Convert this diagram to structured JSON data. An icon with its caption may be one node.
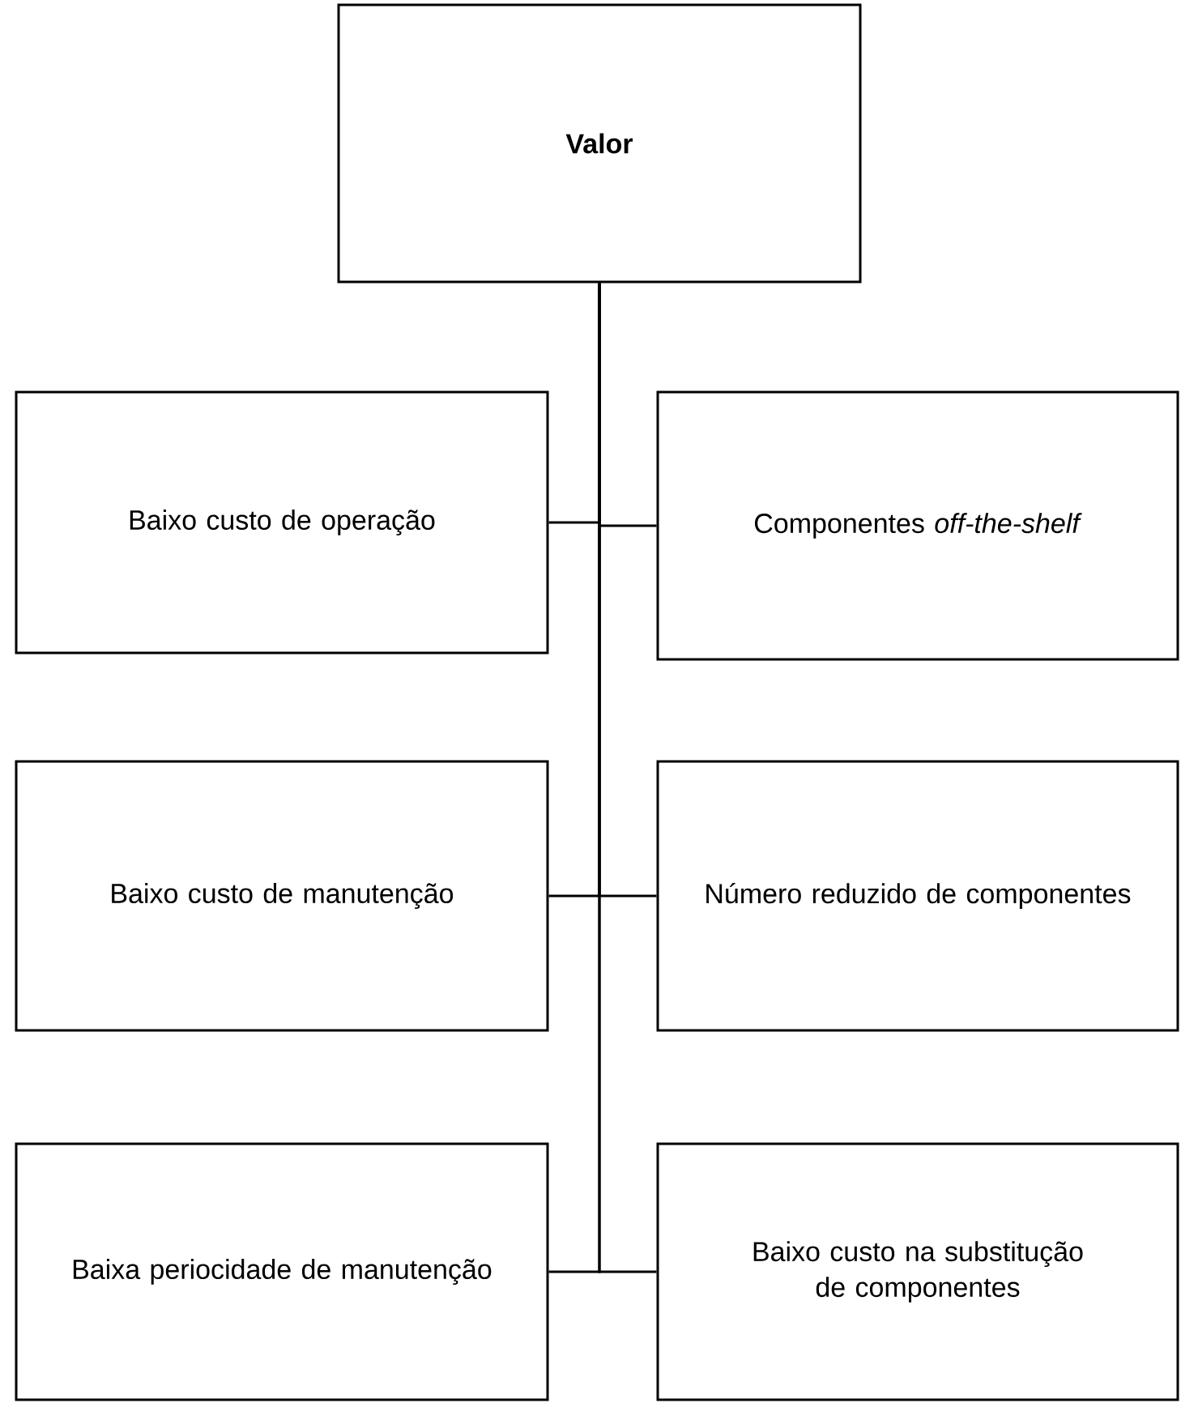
{
  "diagram": {
    "nodes": [
      {
        "text": [
          "Valor"
        ]
      },
      {
        "text": [
          "Baixo custo de operação"
        ]
      },
      {
        "text": [
          "Componentes *off-the-shelf*"
        ]
      },
      {
        "text": [
          "Baixo custo de manutenção"
        ]
      },
      {
        "text": [
          "Número reduzido de componentes"
        ]
      },
      {
        "text": [
          "Baixa periocidade de manutenção"
        ]
      },
      {
        "text": [
          "Baixo custo na substitução de componentes"
        ]
      }
    ],
    "edges": [
      {
        "from": 0,
        "to": 1,
        "arrow": "none"
      },
      {
        "from": 0,
        "to": 2,
        "arrow": "none"
      },
      {
        "from": 0,
        "to": 3,
        "arrow": "none"
      },
      {
        "from": 0,
        "to": 4,
        "arrow": "none"
      },
      {
        "from": 0,
        "to": 5,
        "arrow": "none"
      },
      {
        "from": 0,
        "to": 6,
        "arrow": "none"
      }
    ]
  }
}
